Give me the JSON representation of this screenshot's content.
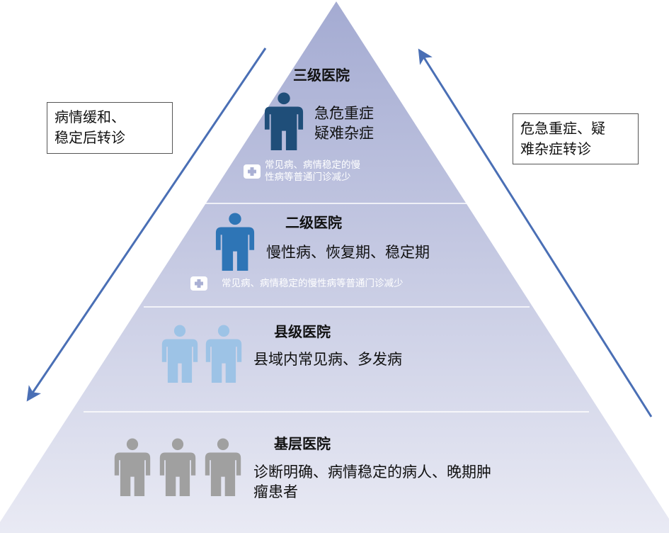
{
  "colors": {
    "pyramid_top": "#a4abd2",
    "pyramid_bottom": "#e9eaf4",
    "arrow": "#4a6fb5",
    "tier1_figure": "#1f4e79",
    "tier2_figure": "#2e75b6",
    "tier3_figure": "#9dc3e6",
    "tier4_figure": "#a0a0a0"
  },
  "left_box": {
    "lines": [
      "病情缓和、",
      "稳定后转诊"
    ],
    "arrow_direction": "down"
  },
  "right_box": {
    "lines": [
      "危急重症、疑",
      "难杂症转诊"
    ],
    "arrow_direction": "up"
  },
  "tiers": [
    {
      "title": "三级医院",
      "figure_icon": "person-icon",
      "figure_count": 1,
      "desc_lines": [
        "急危重症",
        "疑难杂症"
      ],
      "note_icon": "plus-icon",
      "note_lines": [
        "常见病、病情稳定的慢",
        "性病等普通门诊减少"
      ]
    },
    {
      "title": "二级医院",
      "figure_icon": "person-icon",
      "figure_count": 1,
      "desc_lines": [
        "慢性病、恢复期、稳定期"
      ],
      "note_icon": "plus-icon",
      "note_lines": [
        "常见病、病情稳定的慢性病等普通门诊减少"
      ]
    },
    {
      "title": "县级医院",
      "figure_icon": "person-icon",
      "figure_count": 2,
      "desc_lines": [
        "县域内常见病、多发病"
      ]
    },
    {
      "title": "基层医院",
      "figure_icon": "person-icon",
      "figure_count": 3,
      "desc_lines": [
        "诊断明确、病情稳定的病人、晚期肿",
        "瘤患者"
      ]
    }
  ]
}
